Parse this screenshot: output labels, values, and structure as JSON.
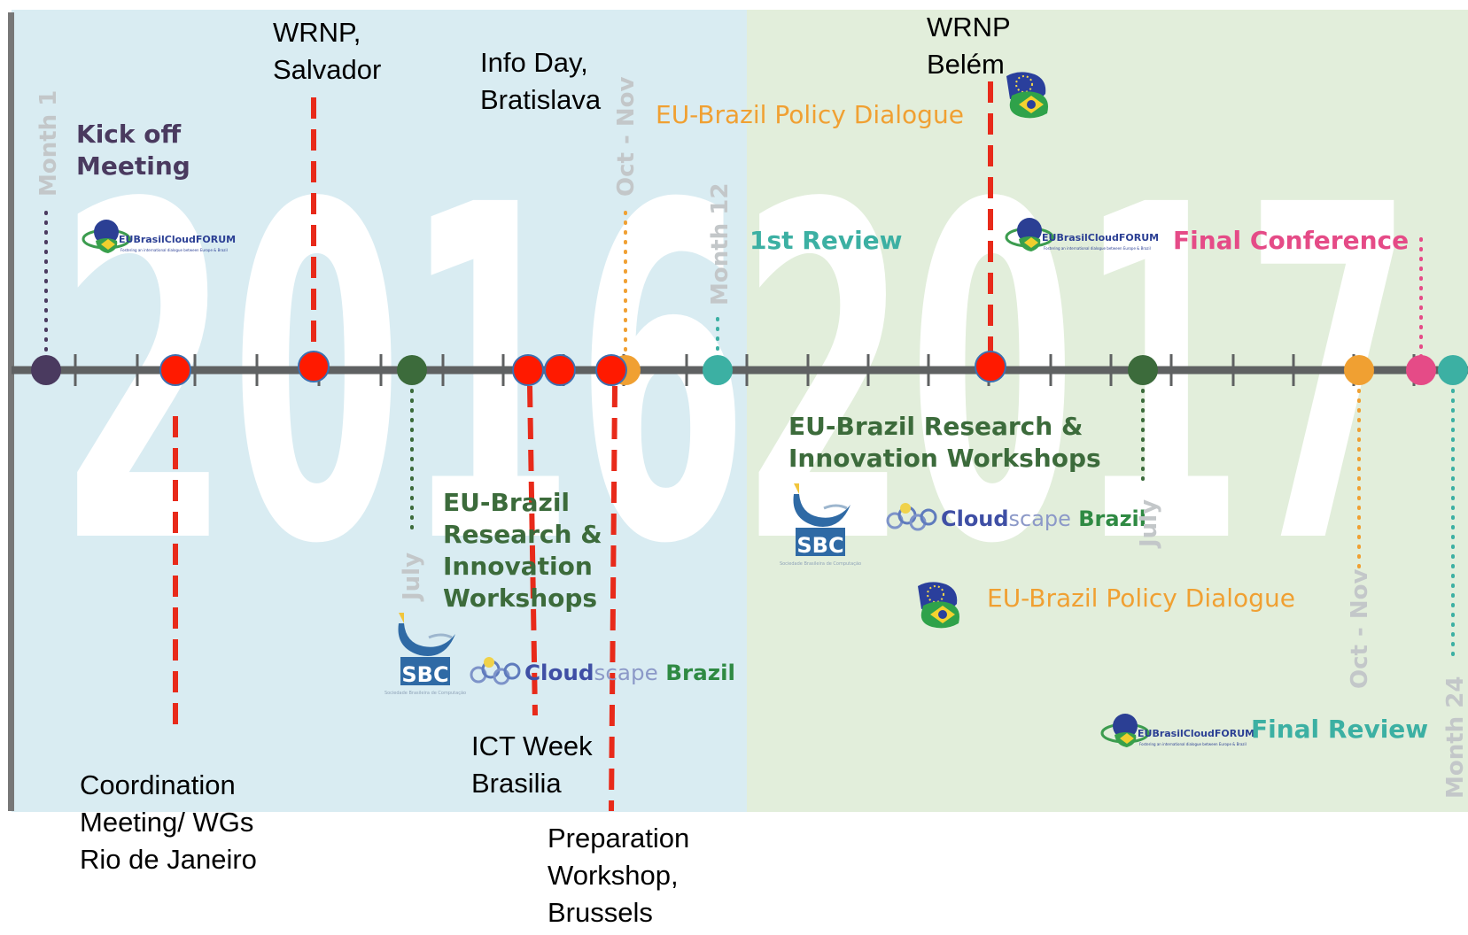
{
  "years": {
    "y2016": "2016",
    "y2017": "2017"
  },
  "colors": {
    "bg_2016": "#d9ecf2",
    "bg_2017": "#e2eedb",
    "axis": "#5f6162",
    "accent_red": "#ff1a00",
    "dash_red": "#e82a1a",
    "purple": "#4a3a5f",
    "green": "#3c6b3b",
    "orange": "#f0a032",
    "teal": "#3cb0a3",
    "pink": "#e54b87",
    "grey_text": "#c3c7c9"
  },
  "month_labels": {
    "m1": "Month 1",
    "m12": "Month 12",
    "m24": "Month 24",
    "oct_nov": "Oct - Nov",
    "july": "July"
  },
  "events": {
    "kickoff": "Kick off\nMeeting",
    "policy_dialogue": "EU-Brazil Policy Dialogue",
    "first_review": "1st Review",
    "final_conference": "Final Conference",
    "workshops_2016": "EU-Brazil\nResearch &\nInnovation\nWorkshops",
    "workshops_2017": "EU-Brazil Research &\nInnovation Workshops",
    "final_review": "Final Review"
  },
  "logos": {
    "cloud_forum": "EUBrasilCloudFORUM",
    "cloud_forum_tag": "Fostering an international dialogue between Europe & Brazil",
    "sbc": "SBC",
    "sbc_sub": "Sociedade Brasileira de Computação",
    "cloudscape_a": "Cloud",
    "cloudscape_b": "scape",
    "cloudscape_c": " Brazil"
  },
  "annotations": {
    "wrnp_salvador": "WRNP,\nSalvador",
    "info_day": "Info Day,\nBratislava",
    "wrnp_belem": "WRNP\nBelém",
    "coordination": "Coordination\nMeeting/ WGs\nRio de Janeiro",
    "ict_week": "ICT Week\nBrasilia",
    "preparation": "Preparation\nWorkshop,\nBrussels"
  }
}
